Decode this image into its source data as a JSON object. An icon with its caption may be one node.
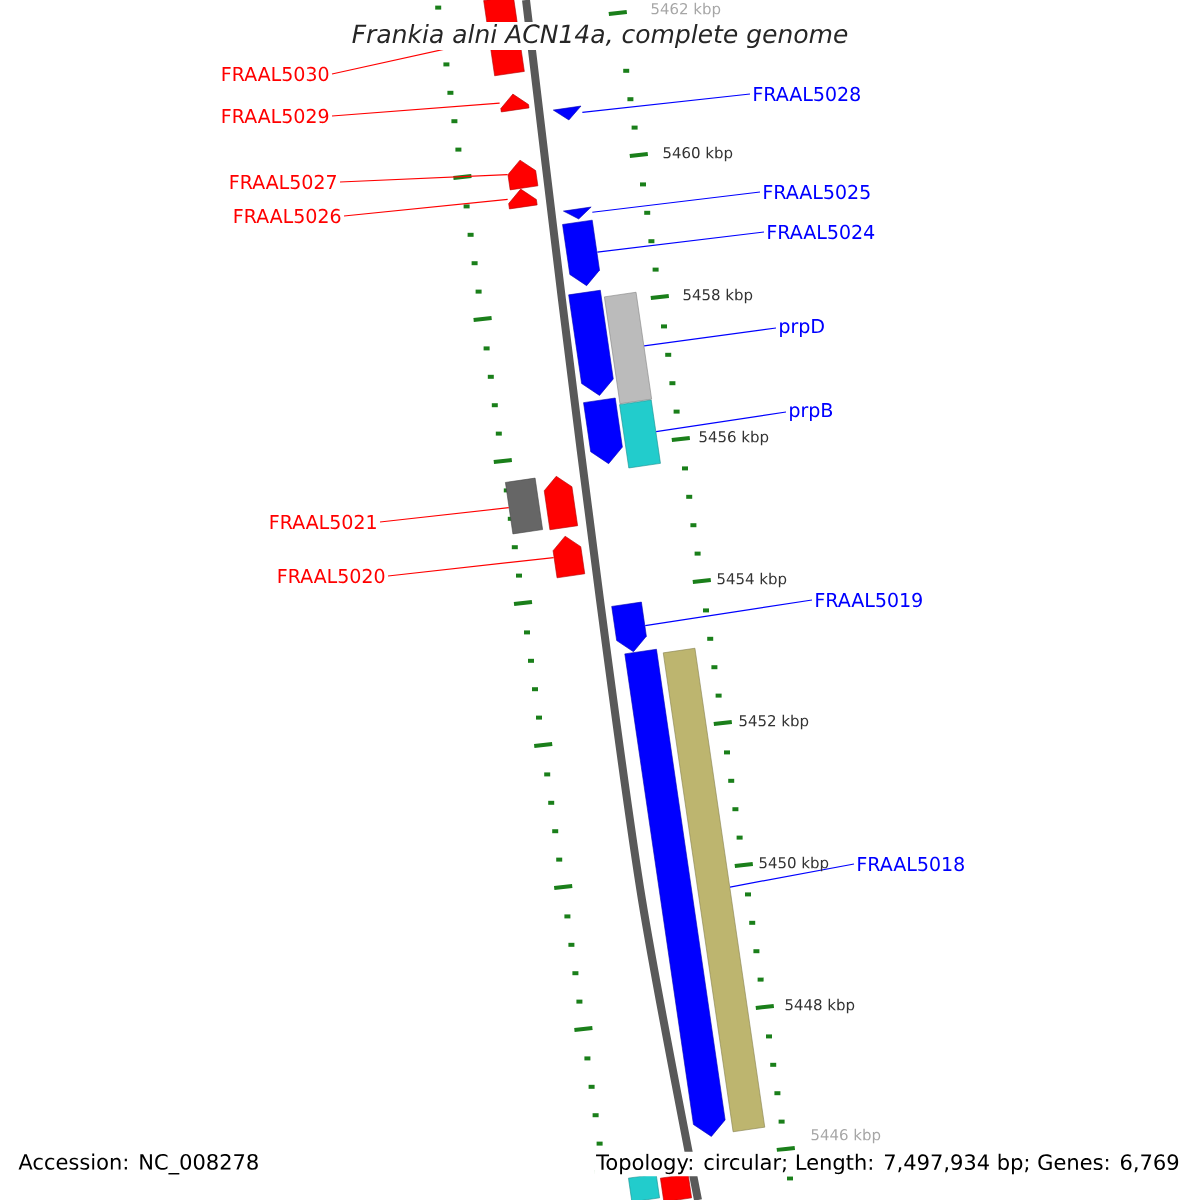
{
  "diagram": {
    "title": "Frankia alni ACN14a, complete genome",
    "nodes": [
      {
        "text": [
          "FRAAL5030"
        ]
      },
      {
        "text": [
          "FRAAL5029"
        ]
      },
      {
        "text": [
          "FRAAL5028"
        ]
      },
      {
        "text": [
          "FRAAL5027"
        ]
      },
      {
        "text": [
          "FRAAL5026"
        ]
      },
      {
        "text": [
          "FRAAL5025"
        ]
      },
      {
        "text": [
          "FRAAL5024"
        ]
      },
      {
        "text": [
          "prpD"
        ]
      },
      {
        "text": [
          "prpB"
        ]
      },
      {
        "text": [
          "FRAAL5021"
        ]
      },
      {
        "text": [
          "FRAAL5020"
        ]
      },
      {
        "text": [
          "FRAAL5019"
        ]
      },
      {
        "text": [
          "FRAAL5018"
        ]
      },
      {
        "text": [],
        "shape": "bar"
      },
      {
        "text": [],
        "shape": "pentagon"
      },
      {
        "text": [],
        "shape": "triangle"
      },
      {
        "text": [],
        "shape": "pentagon"
      },
      {
        "text": [],
        "shape": "pentagon"
      },
      {
        "text": [],
        "shape": "triangle"
      },
      {
        "text": [],
        "shape": "pentagon"
      },
      {
        "text": [],
        "shape": "pentagon"
      },
      {
        "text": [],
        "shape": "bar"
      },
      {
        "text": [],
        "shape": "pentagon"
      },
      {
        "text": [],
        "shape": "bar"
      },
      {
        "text": [],
        "shape": "bar"
      },
      {
        "text": [],
        "shape": "pentagon"
      },
      {
        "text": [],
        "shape": "pentagon"
      },
      {
        "text": [],
        "shape": "pentagon"
      },
      {
        "text": [],
        "shape": "pentagon"
      },
      {
        "text": [],
        "shape": "bar"
      },
      {
        "text": [],
        "shape": "bar"
      },
      {
        "text": [],
        "shape": "bar"
      }
    ],
    "edges": [
      {
        "from": 0,
        "to": 13,
        "arrow": "none",
        "color": "#ff0000"
      },
      {
        "from": 1,
        "to": 14,
        "arrow": "none",
        "color": "#ff0000"
      },
      {
        "from": 2,
        "to": 15,
        "arrow": "none"
      },
      {
        "from": 3,
        "to": 16,
        "arrow": "none",
        "color": "#ff0000"
      },
      {
        "from": 4,
        "to": 17,
        "arrow": "none",
        "color": "#ff0000"
      },
      {
        "from": 5,
        "to": 18,
        "arrow": "none"
      },
      {
        "from": 6,
        "to": 19,
        "arrow": "none"
      },
      {
        "from": 7,
        "to": 21,
        "arrow": "none"
      },
      {
        "from": 8,
        "to": 23,
        "arrow": "none"
      },
      {
        "from": 9,
        "to": 24,
        "arrow": "none",
        "color": "#ff0000"
      },
      {
        "from": 10,
        "to": 26,
        "arrow": "none",
        "color": "#ff0000"
      },
      {
        "from": 11,
        "to": 27,
        "arrow": "none"
      },
      {
        "from": 12,
        "to": 29,
        "arrow": "none"
      }
    ],
    "labels": [
      "5462 kbp",
      "5460 kbp",
      "5458 kbp",
      "5456 kbp",
      "5454 kbp",
      "5452 kbp",
      "5450 kbp",
      "5448 kbp",
      "5446 kbp",
      "Accession: NC_008278",
      "Topology: circular; Length: 7,497,934 bp; Genes: 6,769"
    ]
  }
}
